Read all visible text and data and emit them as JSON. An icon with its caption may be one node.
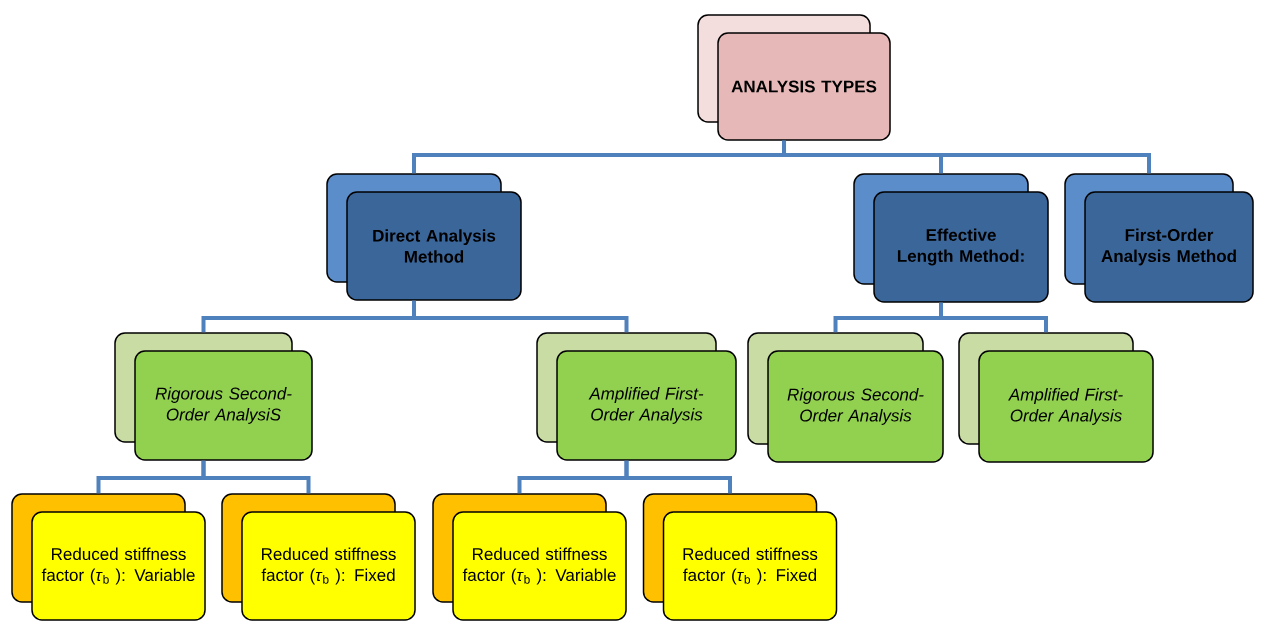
{
  "diagram": {
    "nodes": [
      {
        "text": [
          "ANALYSIS TYPES"
        ]
      },
      {
        "text": [
          "Direct Analysis Method"
        ]
      },
      {
        "text": [
          "Effective Length Method:"
        ]
      },
      {
        "text": [
          "First-Order Analysis Method"
        ]
      },
      {
        "text": [
          "Rigorous Second-Order AnalysiS"
        ]
      },
      {
        "text": [
          "Amplified First-Order Analysis"
        ]
      },
      {
        "text": [
          "Rigorous Second-Order Analysis"
        ]
      },
      {
        "text": [
          "Amplified First-Order Analysis"
        ]
      },
      {
        "text": [
          "Reduced stiffness factor (*τ*$_{b}$ ): Variable"
        ]
      },
      {
        "text": [
          "Reduced stiffness factor (*τ*$_{b}$ ): Fixed"
        ]
      },
      {
        "text": [
          "Reduced stiffness factor (*τ*$_{b}$ ): Variable"
        ]
      },
      {
        "text": [
          "Reduced stiffness factor (*τ*$_{b}$ ): Fixed"
        ]
      }
    ],
    "edges": [
      {
        "from": 0,
        "to": 1,
        "arrow": "none"
      },
      {
        "from": 0,
        "to": 2,
        "arrow": "none"
      },
      {
        "from": 0,
        "to": 3,
        "arrow": "none"
      },
      {
        "from": 1,
        "to": 4,
        "arrow": "none"
      },
      {
        "from": 1,
        "to": 5,
        "arrow": "none"
      },
      {
        "from": 2,
        "to": 6,
        "arrow": "none"
      },
      {
        "from": 2,
        "to": 7,
        "arrow": "none"
      },
      {
        "from": 4,
        "to": 8,
        "arrow": "none"
      },
      {
        "from": 4,
        "to": 9,
        "arrow": "none"
      },
      {
        "from": 5,
        "to": 10,
        "arrow": "none"
      },
      {
        "from": 5,
        "to": 11,
        "arrow": "none"
      }
    ]
  }
}
